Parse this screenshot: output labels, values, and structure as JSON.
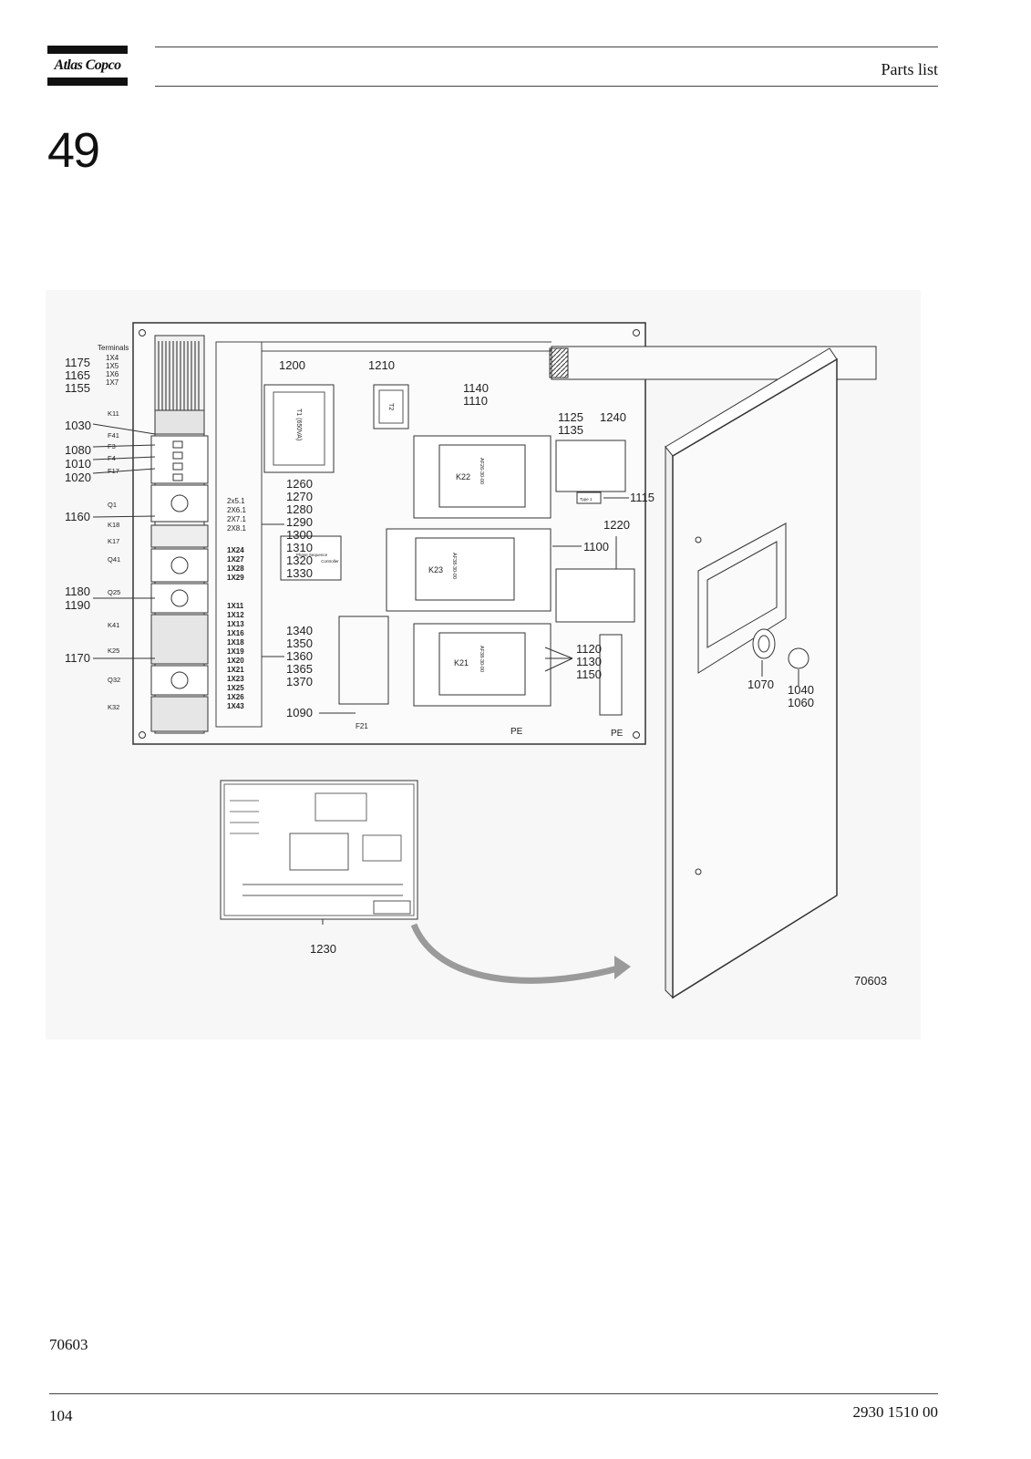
{
  "header": {
    "brand": "Atlas Copco",
    "title": "Parts list"
  },
  "section_number": "49",
  "figure": {
    "terminals_label": "Terminals",
    "terminal_groups": [
      "1X4",
      "1X5",
      "1X6",
      "1X7"
    ],
    "left_callouts": [
      "1175",
      "1165",
      "1155",
      "1030",
      "1080",
      "1010",
      "1020",
      "1160",
      "1180",
      "1190",
      "1170"
    ],
    "rail_labels": [
      "K11",
      "F41",
      "F3",
      "F4",
      "F17",
      "Q1",
      "K18",
      "K17",
      "Q41",
      "Q25",
      "K41",
      "K25",
      "Q32",
      "K32"
    ],
    "top_callouts": [
      "1200",
      "1210",
      "1140",
      "1110",
      "1125",
      "1135",
      "1240"
    ],
    "transformer_labels": [
      "T1 (650VA)",
      "T2"
    ],
    "contactor_labels": [
      "K22",
      "K23",
      "K21"
    ],
    "contactor_model_labels": [
      "AF26-30-00",
      "AF38-30-00",
      "AF38-30-00"
    ],
    "connector_labels": [
      "2x5.1",
      "2X6.1",
      "2X7.1",
      "2X8.1"
    ],
    "mid_callouts": [
      "1260",
      "1270",
      "1280",
      "1290",
      "1300",
      "1310",
      "1320",
      "1330"
    ],
    "phase_sequence_text": [
      "Phase Sequence",
      "Controller"
    ],
    "terminal_block_a": [
      "1X24",
      "1X27",
      "1X28",
      "1X29"
    ],
    "terminal_block_b": [
      "1X11",
      "1X12",
      "1X13",
      "1X16",
      "1X18",
      "1X19",
      "1X20",
      "1X21",
      "1X23",
      "1X25",
      "1X26",
      "1X43"
    ],
    "lower_callouts": [
      "1340",
      "1350",
      "1360",
      "1365",
      "1370",
      "1090"
    ],
    "fuse_label": "F21",
    "pe_labels": [
      "PE",
      "PE"
    ],
    "right_callouts": [
      "1115",
      "1220",
      "1100",
      "1120",
      "1130",
      "1150"
    ],
    "door_callouts": [
      "1070",
      "1040",
      "1060"
    ],
    "type_label": "Type 1",
    "schematic_callout": "1230",
    "figure_code": "70603"
  },
  "footer": {
    "figure_code": "70603",
    "page_number": "104",
    "doc_number": "2930 1510 00"
  }
}
